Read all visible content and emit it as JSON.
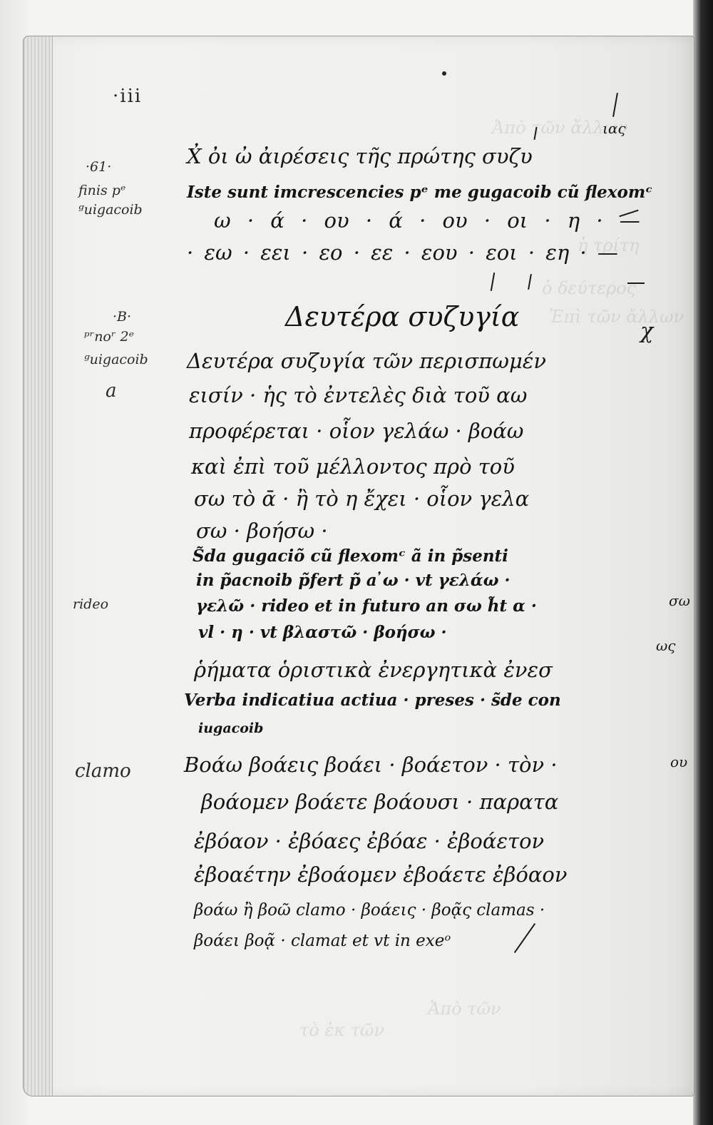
{
  "folio": "·iii",
  "margin": {
    "n1": "·61·",
    "n2": "finis pᵉ",
    "n3": "ᵍuigacoib",
    "n4": "·B·",
    "n5": "ᵖʳnoʳ 2ᵉ",
    "n6": "ᵍuigacoib",
    "n7": "a",
    "n8": "rideo",
    "n9": "clamo"
  },
  "text": {
    "l1": "X̓ ὀι ὠ ἀιρέσεις τῆς πρώτης συζυ",
    "l2": "Iste sunt imcrescencies pᵉ me gugacoib cũ flexomᶜ",
    "l3": "ω · ά · ου · ά · ου · οι · η · —",
    "l4": "· εω · εει · εο · εε · εου · εοι · εη · —",
    "title": "Δευτέρα συζυγία",
    "l5": "Δευτέρα συζυγία τῶν περισπωμέν",
    "l6": "εισίν · ἡς τὸ ἐντελὲς διὰ τοῦ αω",
    "l7": "προφέρεται · οἷον γελάω · βοάω",
    "l8": "καὶ ἐπὶ τοῦ μέλλοντος πρὸ τοῦ",
    "l9": "σω τὸ ᾱ · ἢ τὸ η ἔχει · οἷον γελα",
    "l10": "σω · βοήσω ·",
    "l11": "S̃da gugaciõ cũ flexomᶜ ã in p̃senti",
    "l12": "in p̃acnoib p̃fert p̃ a ̓ω · vt γελάω ·",
    "l13": "γελῶ · rideo et in futuro an σω h̃t α ·",
    "l14": "vl · η · vt βλαστῶ · βοήσω ·",
    "l15": "ῥήματα ὁριστικὰ ἐνεργητικὰ ἐνεσ",
    "l16": "Verba indicatiua actiua · preses · s̃de con",
    "l17": "iugacoib",
    "l18": "Βοάω βοάεις βοάει · βοάετον · τὸν ·",
    "l19": "βοάομεν βοάετε βοάουσι · παρατα",
    "l20": "ἐβόαον · ἐβόαες ἐβόαε · ἐβοάετον",
    "l21": "ἐβοαέτην ἐβοάομεν ἐβοάετε ἐβόαον",
    "l22": "βοάω ἢ βοῶ clamo · βοάεις · βοᾷς clamas ·",
    "l23": "βοάει βοᾷ · clamat et vt in exeᵒ"
  },
  "annotations": {
    "acc_l1a": "ιας",
    "acc_l15": "ως",
    "acc_l18": "ου",
    "acc_l13": "σω",
    "acc_l5": "χ"
  },
  "ghost_text": {
    "g1": "Ἀπὸ τῶν ἄλλων",
    "g2": "ὁ δεύτερος",
    "g3": "Ἐπὶ τῶν ἄλλων",
    "g4": "ἡ τρίτη",
    "g5": "Ἀπὸ τῶν",
    "g6": "τὸ ἐκ τῶν"
  }
}
